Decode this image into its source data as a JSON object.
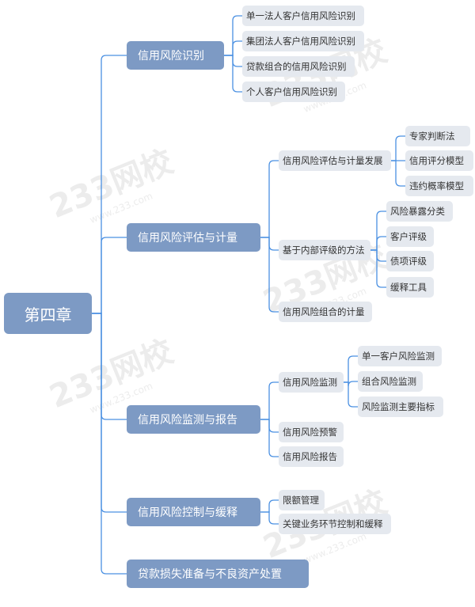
{
  "watermark": {
    "text": "233网校",
    "url": "www.233.com"
  },
  "root": "第四章",
  "branches": [
    {
      "label": "信用风险识别",
      "children": [
        {
          "label": "单一法人客户信用风险识别"
        },
        {
          "label": "集团法人客户信用风险识别"
        },
        {
          "label": "贷款组合的信用风险识别"
        },
        {
          "label": "个人客户信用风险识别"
        }
      ]
    },
    {
      "label": "信用风险评估与计量",
      "children": [
        {
          "label": "信用风险评估与计量发展",
          "children": [
            {
              "label": "专家判断法"
            },
            {
              "label": "信用评分模型"
            },
            {
              "label": "违约概率模型"
            }
          ]
        },
        {
          "label": "基于内部评级的方法",
          "children": [
            {
              "label": "风险暴露分类"
            },
            {
              "label": "客户评级"
            },
            {
              "label": "债项评级"
            },
            {
              "label": "缓释工具"
            }
          ]
        },
        {
          "label": "信用风险组合的计量"
        }
      ]
    },
    {
      "label": "信用风险监测与报告",
      "children": [
        {
          "label": "信用风险监测",
          "children": [
            {
              "label": "单一客户风险监测"
            },
            {
              "label": "组合风险监测"
            },
            {
              "label": "风险监测主要指标"
            }
          ]
        },
        {
          "label": "信用风险预警"
        },
        {
          "label": "信用风险报告"
        }
      ]
    },
    {
      "label": "信用风险控制与缓释",
      "children": [
        {
          "label": "限额管理"
        },
        {
          "label": "关键业务环节控制和缓释"
        }
      ]
    },
    {
      "label": "贷款损失准备与不良资产处置"
    }
  ]
}
